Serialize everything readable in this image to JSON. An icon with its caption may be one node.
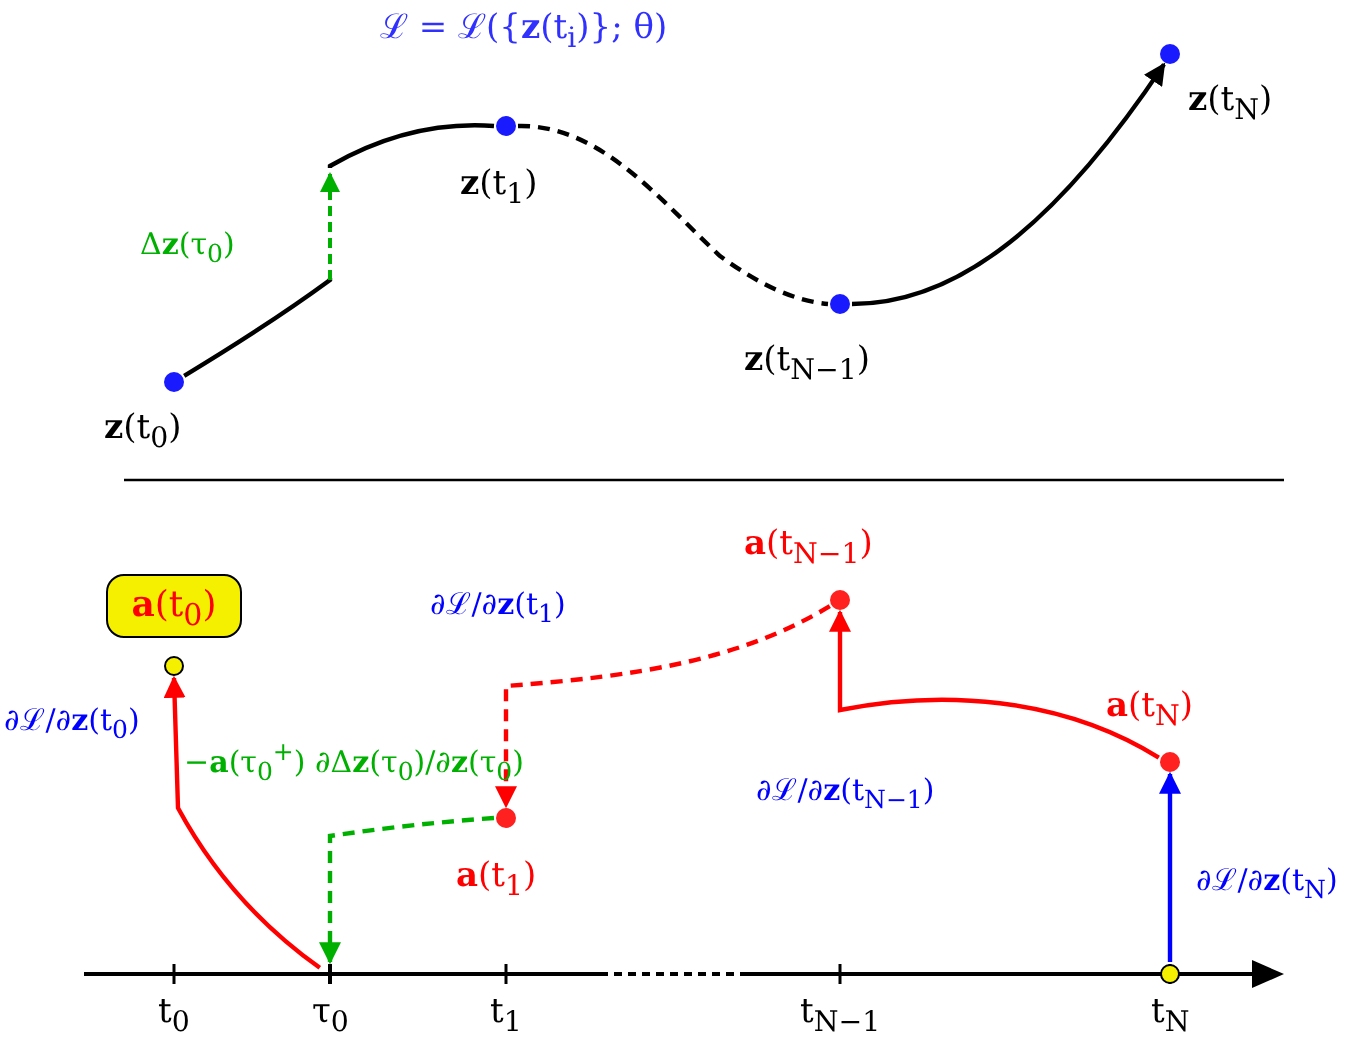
{
  "diagram": {
    "title": "ℒ = ℒ({**z**(t$_{i}$)}; θ)",
    "nodes": [
      {
        "text": [],
        "shape": "circle",
        "beside": [
          "**z**(t$_{0}$)"
        ]
      },
      {
        "text": [],
        "shape": "circle",
        "beside": [
          "**z**(t$_{1}$)"
        ]
      },
      {
        "text": [],
        "shape": "circle",
        "beside": [
          "**z**(t$_{N−1}$)"
        ]
      },
      {
        "text": [],
        "shape": "circle",
        "beside": [
          "**z**(t$_{N}$)"
        ]
      },
      {
        "text": [
          "**a**(t$_{0}$)"
        ]
      },
      {
        "text": [],
        "shape": "circle"
      },
      {
        "text": [],
        "shape": "circle",
        "beside": [
          "**a**(t$_{1}$)"
        ]
      },
      {
        "text": [],
        "shape": "circle",
        "beside": [
          "**a**(t$_{N−1}$)"
        ]
      },
      {
        "text": [],
        "shape": "circle",
        "beside": [
          "**a**(t$_{N}$)"
        ]
      },
      {
        "text": [],
        "shape": "circle"
      },
      {
        "text": [],
        "shape": "tick"
      }
    ],
    "edges": [
      {
        "from": 0,
        "to": 1,
        "arrow": "none",
        "label": "Δ**z**(τ$_{0}$)"
      },
      {
        "from": 1,
        "to": 2,
        "arrow": "none",
        "style": "dashed"
      },
      {
        "from": 2,
        "to": 3,
        "arrow": "to"
      },
      {
        "from": 9,
        "to": 8,
        "arrow": "to",
        "color": "#0000ff",
        "label": "∂ℒ/∂**z**(t$_{N}$)"
      },
      {
        "from": 8,
        "to": 7,
        "arrow": "to",
        "color": "#ff0000",
        "label": "∂ℒ/∂**z**(t$_{N−1}$)"
      },
      {
        "from": 7,
        "to": 6,
        "arrow": "to",
        "color": "#ff0000",
        "style": "dashed",
        "label": "∂ℒ/∂**z**(t$_{1}$)"
      },
      {
        "from": 6,
        "to": 10,
        "arrow": "to",
        "color": "#00b000",
        "style": "dashed",
        "label": "−**a**(τ$_{0}$$^{+}$) ∂Δ**z**(τ$_{0}$)/∂**z**(τ$_{0}$)"
      },
      {
        "from": 10,
        "to": 5,
        "arrow": "to",
        "color": "#ff0000",
        "label": "∂ℒ/∂**z**(t$_{0}$)"
      }
    ],
    "labels": [
      "t$_{0}$",
      "τ$_{0}$",
      "t$_{1}$",
      "t$_{N−1}$",
      "t$_{N}$"
    ]
  }
}
